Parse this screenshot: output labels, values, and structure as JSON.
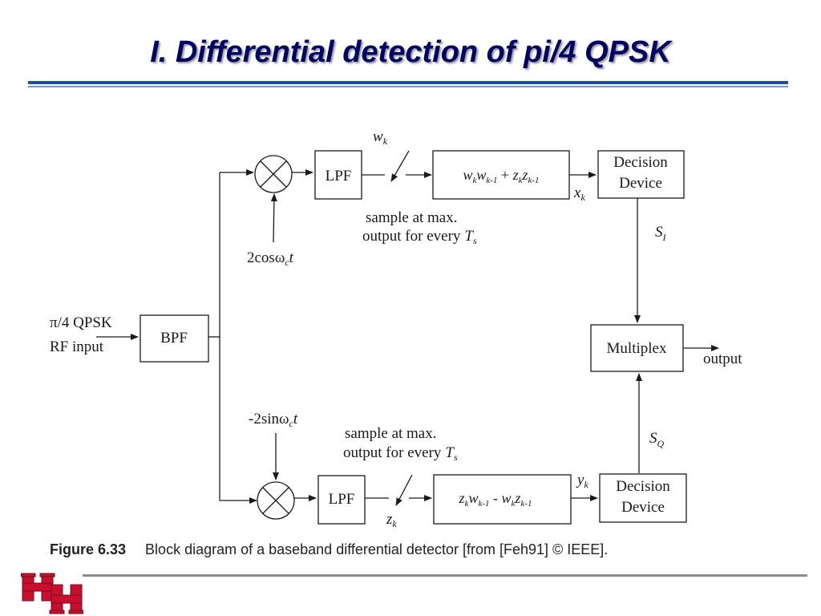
{
  "slide": {
    "title": "I. Differential detection of pi/4 QPSK"
  },
  "diagram": {
    "input_line1": "π/4 QPSK",
    "input_line2": "RF input",
    "bpf": "BPF",
    "lpf_top": "LPF",
    "lpf_bottom": "LPF",
    "osc_top": "2cosω",
    "osc_top_sub": "c",
    "osc_top_t": "t",
    "osc_bottom": "-2sinω",
    "osc_bottom_sub": "c",
    "osc_bottom_t": "t",
    "sample_top_w": "w",
    "sample_top_w_sub": "k",
    "sample_bottom_z": "z",
    "sample_bottom_z_sub": "k",
    "sample_note_line1": "sample at max.",
    "sample_note_line2": "output for every",
    "sample_note_T": "T",
    "sample_note_T_sub": "s",
    "xk": "x",
    "xk_sub": "k",
    "yk": "y",
    "yk_sub": "k",
    "decision_line1": "Decision",
    "decision_line2": "Device",
    "si": "S",
    "si_sub": "I",
    "sq": "S",
    "sq_sub": "Q",
    "multiplex": "Multiplex",
    "output": "output"
  },
  "caption": {
    "figure_number": "Figure 6.33",
    "text": "Block diagram of a baseband differential detector [from [Feh91] © IEEE]."
  },
  "logo": {
    "color": "#c8102e"
  }
}
